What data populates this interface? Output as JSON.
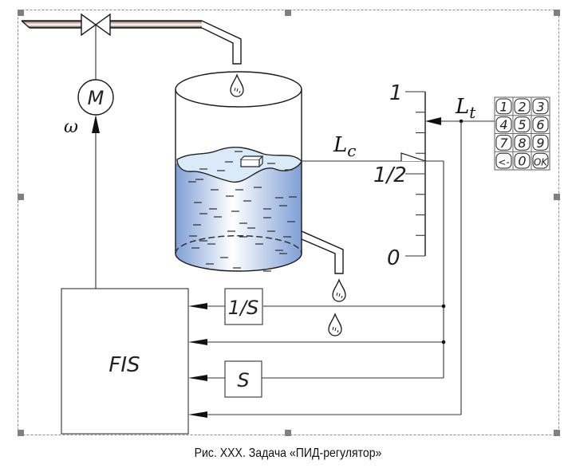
{
  "figure": {
    "caption": "Рис. XXX. Задача «ПИД-регулятор»",
    "selected": true
  },
  "labels": {
    "motor": "M",
    "omega": "ω",
    "level_current_main": "L",
    "level_current_sub": "c",
    "level_target_main": "L",
    "level_target_sub": "t",
    "controller": "FIS",
    "integrator": "1/S",
    "differentiator": "S"
  },
  "scale": {
    "min_label": "0",
    "mid_label": "1/2",
    "max_label": "1",
    "current_level": 0.57,
    "target_level": 0.82
  },
  "keypad": {
    "keys": [
      "1",
      "2",
      "3",
      "4",
      "5",
      "6",
      "7",
      "8",
      "9",
      "<-",
      "0",
      "OK"
    ]
  },
  "colors": {
    "line": "#1a1a1a",
    "water_light": "#dbeaf8",
    "water_dark": "#7f9fd6",
    "pipe_fill": "#f5e6e2",
    "pipe_edge": "#5a3d36",
    "handle": "#808080"
  }
}
